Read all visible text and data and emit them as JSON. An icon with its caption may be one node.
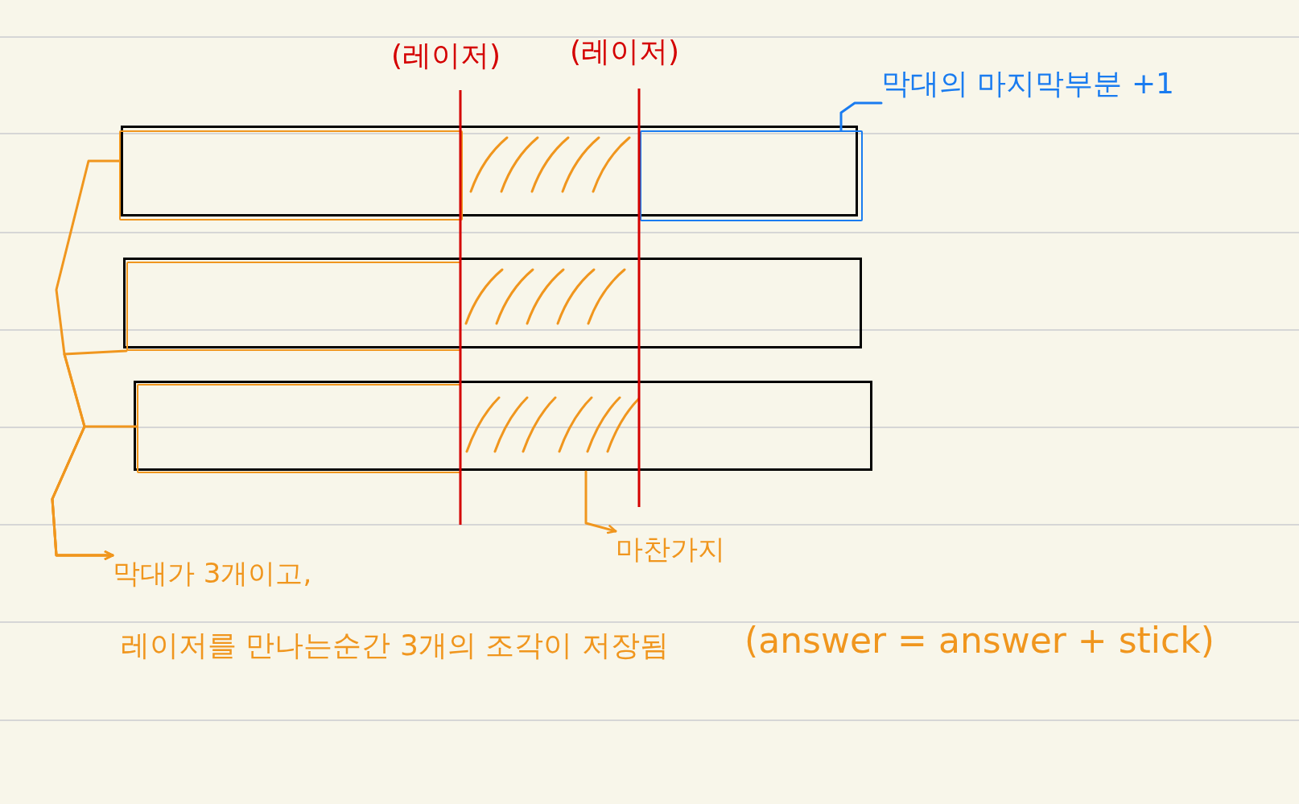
{
  "diagram": {
    "nodes": [
      {
        "text": [],
        "shape": "bar"
      },
      {
        "text": [],
        "shape": "box",
        "in": 0
      },
      {
        "text": [],
        "shape": "box",
        "in": 0
      },
      {
        "text": [],
        "shape": "bar"
      },
      {
        "text": [],
        "shape": "box",
        "in": 3
      },
      {
        "text": [],
        "shape": "bar"
      },
      {
        "text": [],
        "shape": "box",
        "in": 5
      },
      {
        "text": [],
        "shape": "box",
        "in": 5
      },
      {
        "text": [
          "막대의 마지막부분 +1"
        ]
      },
      {
        "text": [
          "마찬가지"
        ]
      },
      {
        "text": [
          "막대가 3개이고,",
          "레이저를 만나는순간 3개의 조각이 저장됨",
          "(answer = answer + stick)"
        ]
      }
    ],
    "edges": [
      {
        "from": 8,
        "to": 2,
        "arrow": "none",
        "color": "#1a7cf0"
      },
      {
        "from": 1,
        "to": 10,
        "arrow": "to"
      },
      {
        "from": 4,
        "to": 10,
        "arrow": "to"
      },
      {
        "from": 6,
        "to": 10,
        "arrow": "to"
      },
      {
        "from": 7,
        "to": 9,
        "arrow": "to"
      }
    ],
    "labels": [
      "(레이저)",
      "(레이저)"
    ]
  }
}
